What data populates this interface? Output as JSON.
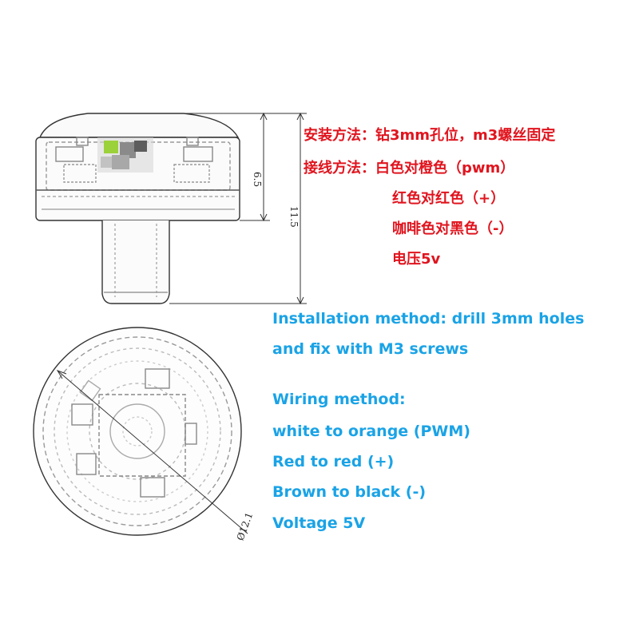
{
  "dimensions": {
    "height_upper": "6.5",
    "height_total": "11.5",
    "diameter": "Ø12.1"
  },
  "notes_cn": {
    "install": "安装方法：钻3mm孔位，m3螺丝固定",
    "wiring": "接线方法：白色对橙色（pwm）",
    "red": "红色对红色（+）",
    "brown": "咖啡色对黑色（-）",
    "voltage": "电压5v"
  },
  "notes_en": {
    "install_line1": "Installation method: drill 3mm holes",
    "install_line2": "and fix with M3 screws",
    "wiring_title": "Wiring method:",
    "white": "white to orange (PWM)",
    "red": "Red to red (+)",
    "brown": "Brown to black (-)",
    "voltage": "Voltage 5V"
  },
  "colors": {
    "cn_text": "#e0141e",
    "en_text": "#1aa3e6",
    "line": "#333333"
  }
}
